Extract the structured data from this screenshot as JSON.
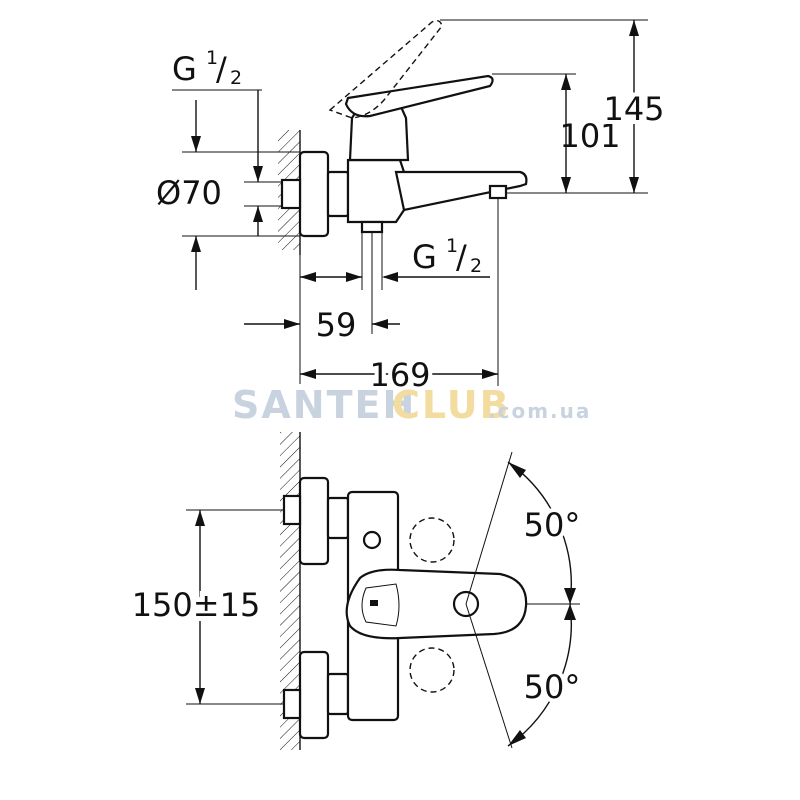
{
  "top_view": {
    "thread_inlet": {
      "base": "G",
      "num": "1",
      "den": "2"
    },
    "thread_outlet": {
      "base": "G",
      "num": "1",
      "den": "2"
    },
    "diameter": "Ø70",
    "height_spout": "101",
    "height_total": "145",
    "offset": "59",
    "depth": "169"
  },
  "watermark": {
    "part1": "SANTEH",
    "part2": "CLUB",
    "part3": ".com.ua",
    "color1": "#c9d3e0",
    "color2": "#f2dca0"
  },
  "front_view": {
    "center_distance": "150±15",
    "angle_up": "50°",
    "angle_down": "50°"
  }
}
